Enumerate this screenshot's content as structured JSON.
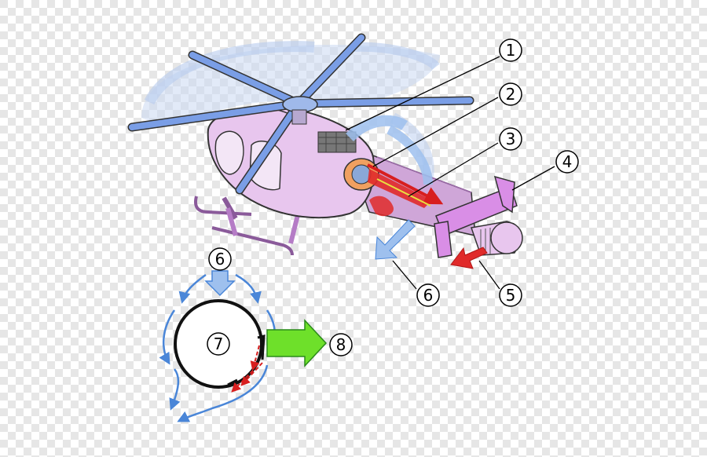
{
  "diagram": {
    "callouts": {
      "c1": "1",
      "c2": "2",
      "c3": "3",
      "c4": "4",
      "c5": "5",
      "c6": "6",
      "c6b": "6",
      "c7": "7",
      "c8": "8"
    },
    "colors": {
      "background_check": "#e6e6e6",
      "fuselage": "#e8c6ee",
      "rotor_blade": "#7a9ee6",
      "airflow_blue": "#4a86d8",
      "exhaust_red": "#e02a2a",
      "thrust_green": "#6ee02a",
      "tail_purple": "#d98ee6"
    },
    "icons": [
      "helicopter-illustration",
      "notar-tailboom-cross-section"
    ]
  }
}
